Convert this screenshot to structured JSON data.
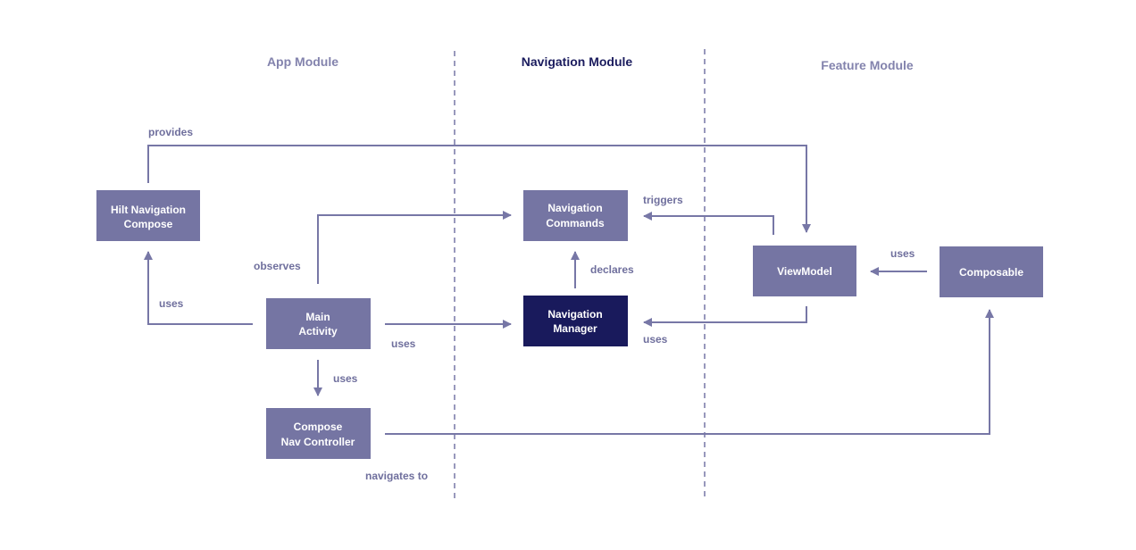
{
  "colors": {
    "box": "#7575a3",
    "box_highlight": "#191a5c",
    "line": "#7777a6",
    "header": "#8383ad",
    "header_highlight": "#1b1c5e",
    "label": "#6f6f9d",
    "box_text": "#ffffff"
  },
  "headers": {
    "app": "App Module",
    "navigation": "Navigation Module",
    "feature": "Feature Module"
  },
  "nodes": {
    "hilt": {
      "line1": "Hilt Navigation",
      "line2": "Compose"
    },
    "main": {
      "line1": "Main",
      "line2": "Activity"
    },
    "compose_nav": {
      "line1": "Compose",
      "line2": "Nav Controller"
    },
    "nav_commands": {
      "line1": "Navigation",
      "line2": "Commands"
    },
    "nav_manager": {
      "line1": "Navigation",
      "line2": "Manager"
    },
    "viewmodel": {
      "label": "ViewModel"
    },
    "composable": {
      "label": "Composable"
    }
  },
  "edges": {
    "provides": "provides",
    "observes": "observes",
    "uses_hilt": "uses",
    "uses_manager": "uses",
    "uses_compose_nav": "uses",
    "navigates_to": "navigates to",
    "declares": "declares",
    "triggers": "triggers",
    "uses_vm_manager": "uses",
    "uses_composable": "uses"
  }
}
